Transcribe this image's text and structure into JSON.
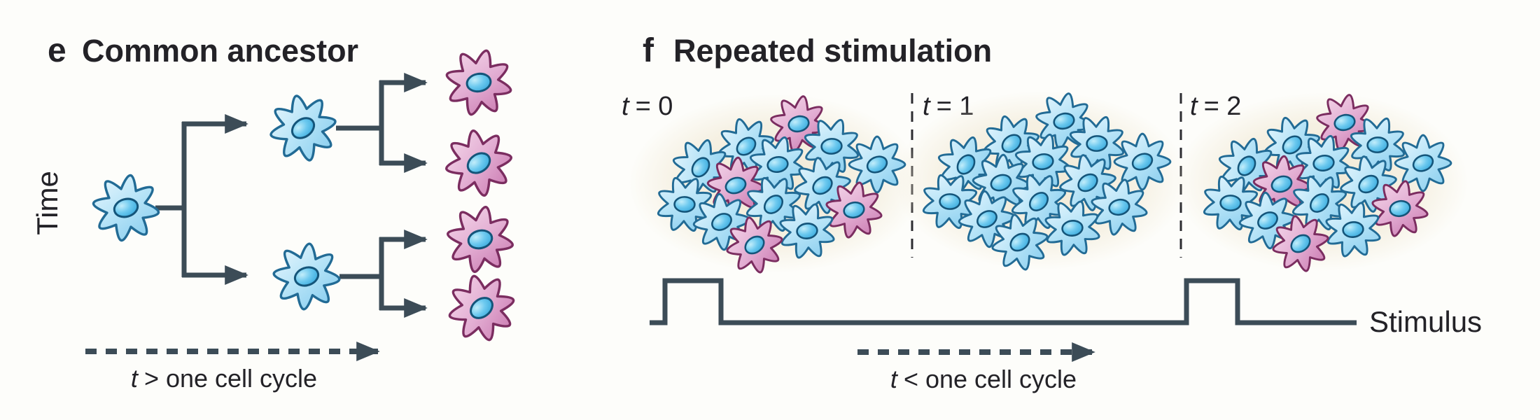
{
  "colors": {
    "line": "#3c4c57",
    "text": "#232227",
    "blue_cell_fill": "#b5e3f7",
    "blue_cell_stroke": "#226b95",
    "pink_cell_fill": "#e3aed3",
    "pink_cell_stroke": "#7b2d60",
    "nucleus_fill": "#41b1e2",
    "cluster_glow": "#f0e8d3"
  },
  "panel_e": {
    "label": "e",
    "title": "Common ancestor",
    "y_axis_label": "Time",
    "arrow_label": {
      "var": "t",
      "rest": "> one cell cycle"
    },
    "tree": {
      "ancestor_color": "blue",
      "daughter_colors": [
        "blue",
        "blue"
      ],
      "granddaughter_colors": [
        "pink",
        "pink",
        "pink",
        "pink"
      ]
    }
  },
  "panel_f": {
    "label": "f",
    "title": "Repeated stimulation",
    "stimulus_label": "Stimulus",
    "arrow_label": {
      "var": "t",
      "rest": "< one cell cycle"
    },
    "timepoints": [
      {
        "var": "t",
        "rest": "= 0",
        "cells": [
          "pink",
          "blue",
          "blue",
          "blue",
          "blue",
          "blue",
          "pink",
          "blue",
          "blue",
          "blue",
          "pink",
          "blue",
          "blue",
          "pink"
        ]
      },
      {
        "var": "t",
        "rest": "= 1",
        "cells": [
          "blue",
          "blue",
          "blue",
          "blue",
          "blue",
          "blue",
          "blue",
          "blue",
          "blue",
          "blue",
          "blue",
          "blue",
          "blue",
          "blue"
        ]
      },
      {
        "var": "t",
        "rest": "= 2",
        "cells": [
          "pink",
          "blue",
          "blue",
          "blue",
          "blue",
          "blue",
          "pink",
          "blue",
          "blue",
          "blue",
          "pink",
          "blue",
          "blue",
          "pink"
        ]
      }
    ]
  }
}
